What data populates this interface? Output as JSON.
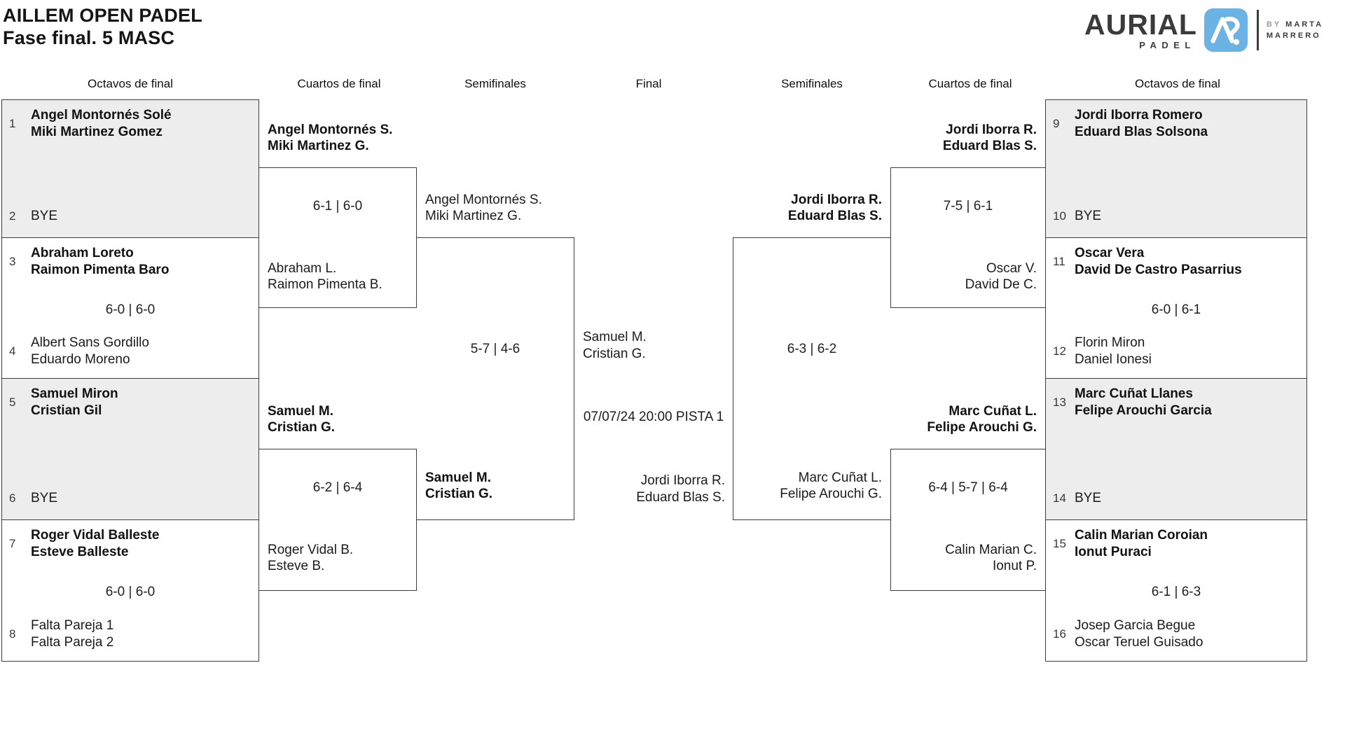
{
  "title": {
    "line1": "AILLEM OPEN PADEL",
    "line2": "Fase final. 5 MASC"
  },
  "logo": {
    "brand": "AURIAL",
    "brand_sub": "PADEL",
    "by_prefix": "BY",
    "by_name_line1": "MARTA",
    "by_name_line2": "MARRERO",
    "icon_color": "#6ab3e4",
    "brand_color": "#3b3b3b"
  },
  "round_headers": [
    "Octavos de final",
    "Cuartos de final",
    "Semifinales",
    "Final",
    "Semifinales",
    "Cuartos de final",
    "Octavos de final"
  ],
  "colors": {
    "box_shaded": "#ededed",
    "box_plain": "#ffffff",
    "line": "#3c3c3c",
    "text": "#1b1b1b"
  },
  "octavos_left": [
    {
      "top_seed": "1",
      "top_team": [
        "Angel Montornés Solé",
        "Miki Martinez Gomez"
      ],
      "top_winner": true,
      "score": "",
      "bottom_seed": "2",
      "bottom_team": [
        "BYE"
      ],
      "shaded": true
    },
    {
      "top_seed": "3",
      "top_team": [
        "Abraham Loreto",
        "Raimon Pimenta Baro"
      ],
      "top_winner": true,
      "score": "6-0 | 6-0",
      "bottom_seed": "4",
      "bottom_team": [
        "Albert Sans Gordillo",
        "Eduardo Moreno"
      ],
      "shaded": false
    },
    {
      "top_seed": "5",
      "top_team": [
        "Samuel Miron",
        "Cristian Gil"
      ],
      "top_winner": true,
      "score": "",
      "bottom_seed": "6",
      "bottom_team": [
        "BYE"
      ],
      "shaded": true
    },
    {
      "top_seed": "7",
      "top_team": [
        "Roger Vidal Balleste",
        "Esteve Balleste"
      ],
      "top_winner": true,
      "score": "6-0 | 6-0",
      "bottom_seed": "8",
      "bottom_team": [
        "Falta Pareja 1",
        "Falta Pareja 2"
      ],
      "shaded": false
    }
  ],
  "octavos_right": [
    {
      "top_seed": "9",
      "top_team": [
        "Jordi Iborra Romero",
        "Eduard Blas Solsona"
      ],
      "top_winner": true,
      "score": "",
      "bottom_seed": "10",
      "bottom_team": [
        "BYE"
      ],
      "shaded": true
    },
    {
      "top_seed": "11",
      "top_team": [
        "Oscar Vera",
        "David De Castro Pasarrius"
      ],
      "top_winner": true,
      "score": "6-0 | 6-1",
      "bottom_seed": "12",
      "bottom_team": [
        "Florin Miron",
        "Daniel Ionesi"
      ],
      "shaded": false
    },
    {
      "top_seed": "13",
      "top_team": [
        "Marc Cuñat Llanes",
        "Felipe Arouchi Garcia"
      ],
      "top_winner": true,
      "score": "",
      "bottom_seed": "14",
      "bottom_team": [
        "BYE"
      ],
      "shaded": true
    },
    {
      "top_seed": "15",
      "top_team": [
        "Calin Marian Coroian",
        "Ionut Puraci"
      ],
      "top_winner": true,
      "score": "6-1 | 6-3",
      "bottom_seed": "16",
      "bottom_team": [
        "Josep Garcia Begue",
        "Oscar Teruel Guisado"
      ],
      "shaded": false
    }
  ],
  "cuartos_left": [
    {
      "winner_team": [
        "Angel Montornés S.",
        "Miki Martinez G."
      ],
      "score": "6-1 | 6-0",
      "loser_team": [
        "Abraham L.",
        "Raimon Pimenta B."
      ]
    },
    {
      "winner_team": [
        "Samuel M.",
        "Cristian G."
      ],
      "score": "6-2 | 6-4",
      "loser_team": [
        "Roger Vidal B.",
        "Esteve B."
      ]
    }
  ],
  "cuartos_right": [
    {
      "winner_team": [
        "Jordi Iborra R.",
        "Eduard Blas S."
      ],
      "score": "7-5 | 6-1",
      "loser_team": [
        "Oscar V.",
        "David De C."
      ]
    },
    {
      "winner_team": [
        "Marc Cuñat L.",
        "Felipe Arouchi G."
      ],
      "score": "6-4 | 5-7 | 6-4",
      "loser_team": [
        "Calin Marian C.",
        "Ionut P."
      ]
    }
  ],
  "semifinales": [
    {
      "top_team": [
        "Angel Montornés S.",
        "Miki Martinez G."
      ],
      "top_winner": false,
      "score": "5-7 | 4-6",
      "bottom_team": [
        "Samuel M.",
        "Cristian G."
      ],
      "bottom_winner": true
    },
    {
      "top_team": [
        "Jordi Iborra R.",
        "Eduard Blas S."
      ],
      "top_winner": true,
      "score": "6-3 | 6-2",
      "bottom_team": [
        "Marc Cuñat L.",
        "Felipe Arouchi G."
      ],
      "bottom_winner": false
    }
  ],
  "final": {
    "top_team": [
      "Samuel M.",
      "Cristian G."
    ],
    "schedule": "07/07/24 20:00 PISTA 1",
    "bottom_team": [
      "Jordi Iborra R.",
      "Eduard Blas S."
    ]
  }
}
